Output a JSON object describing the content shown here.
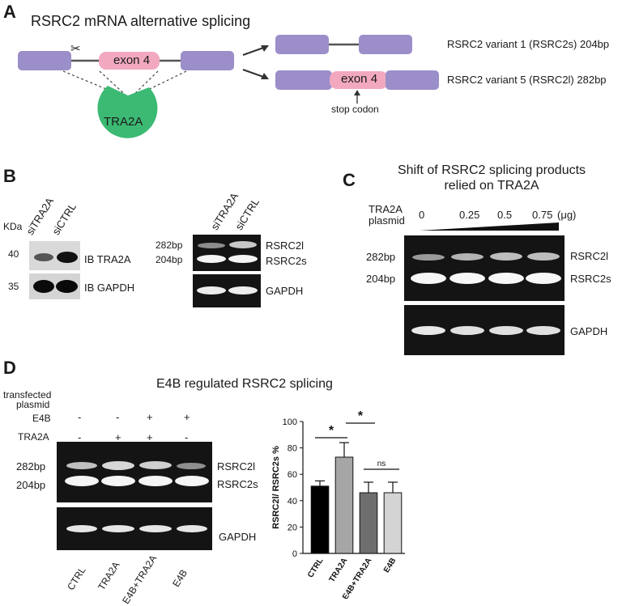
{
  "panel_a": {
    "letter": "A",
    "title": "RSRC2 mRNA alternative splicing",
    "exon_label": "exon 4",
    "protein_label": "TRA2A",
    "variant1": "RSRC2 variant 1 (RSRC2s) 204bp",
    "variant5": "RSRC2 variant 5 (RSRC2l) 282bp",
    "exon_label_v5": "exon 4",
    "stop_codon": "stop codon",
    "scissors_icon": "✂"
  },
  "panel_b": {
    "letter": "B",
    "kda": "KDa",
    "lane_sitra2a": "siTRA2A",
    "lane_sictrl": "siCTRL",
    "mw_40": "40",
    "mw_35": "35",
    "ib_tra2a": "IB TRA2A",
    "ib_gapdh": "IB GAPDH",
    "lane2_sitra2a": "siTRA2A",
    "lane2_sictrl": "siCTRL",
    "bp282": "282bp",
    "bp204": "204bp",
    "rsrc2l": "RSRC2l",
    "rsrc2s": "RSRC2s",
    "gapdh": "GAPDH"
  },
  "panel_c": {
    "letter": "C",
    "title_line1": "Shift of RSRC2 splicing products",
    "title_line2": "relied on TRA2A",
    "plasmid_line1": "TRA2A",
    "plasmid_line2": "plasmid",
    "doses": [
      "0",
      "0.25",
      "0.5",
      "0.75"
    ],
    "unit": "(μg)",
    "bp282": "282bp",
    "bp204": "204bp",
    "rsrc2l": "RSRC2l",
    "rsrc2s": "RSRC2s",
    "gapdh": "GAPDH"
  },
  "panel_d": {
    "letter": "D",
    "title": "E4B regulated RSRC2 splicing",
    "transfected_line1": "transfected",
    "transfected_line2": "plasmid",
    "row_e4b": "E4B",
    "row_tra2a": "TRA2A",
    "e4b_signs": [
      "-",
      "-",
      "+",
      "+"
    ],
    "tra2a_signs": [
      "-",
      "+",
      "+",
      "-"
    ],
    "bp282": "282bp",
    "bp204": "204bp",
    "rsrc2l": "RSRC2l",
    "rsrc2s": "RSRC2s",
    "gapdh": "GAPDH",
    "lanes": [
      "CTRL",
      "TRA2A",
      "E4B+TRA2A",
      "E4B"
    ]
  },
  "chart_data": {
    "type": "bar",
    "categories": [
      "CTRL",
      "TRA2A",
      "E4B+TRA2A",
      "E4B"
    ],
    "values": [
      51,
      73,
      46,
      46
    ],
    "errors": [
      4,
      11,
      8,
      8
    ],
    "ylabel": "RSRC2l/ RSRC2s %",
    "ylim": [
      0,
      100
    ],
    "yticks": [
      0,
      20,
      40,
      60,
      80,
      100
    ],
    "colors": [
      "#000000",
      "#a6a6a6",
      "#6e6e6e",
      "#d4d4d4"
    ],
    "significance": [
      {
        "from": 0,
        "to": 1,
        "label": "*"
      },
      {
        "from": 1,
        "to": 2,
        "label": "*"
      },
      {
        "from": 2,
        "to": 3,
        "label": "ns"
      }
    ]
  }
}
